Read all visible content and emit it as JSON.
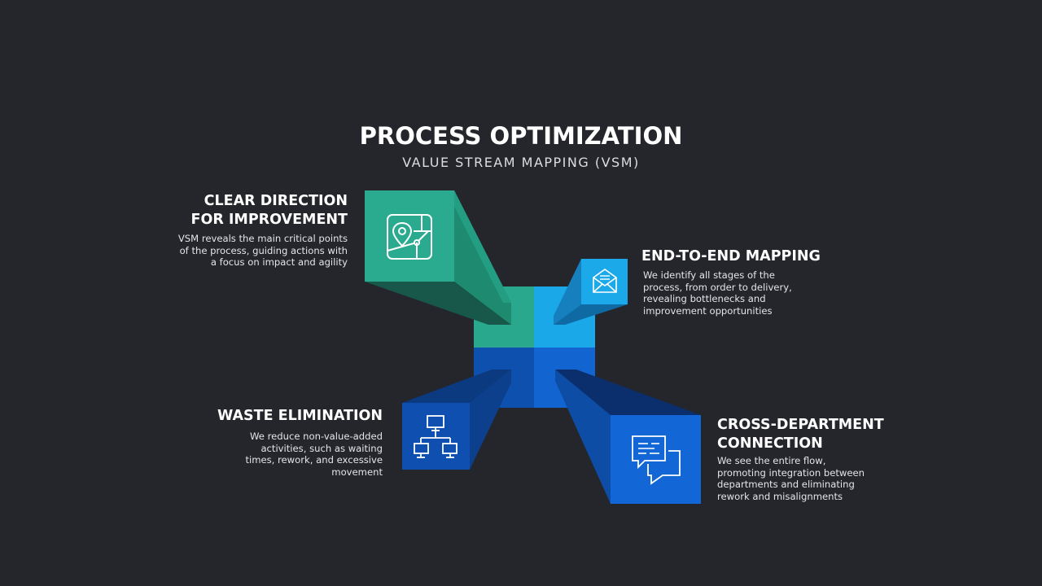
{
  "header": {
    "title": "PROCESS OPTIMIZATION",
    "subtitle": "VALUE STREAM MAPPING (VSM)"
  },
  "colors": {
    "background": "#25262b",
    "teal": "#2aaa8f",
    "teal_dark": "#1f7a66",
    "cyan": "#1ba8e8",
    "cyan_dark": "#1580b8",
    "blue": "#1466c9",
    "blue_dark": "#0e4a9a",
    "navy": "#0f4fb0",
    "navy_dark": "#0b3577"
  },
  "blocks": [
    {
      "id": "clear-direction",
      "heading_line1": "CLEAR DIRECTION",
      "heading_line2": "FOR IMPROVEMENT",
      "desc_line1": "VSM reveals the main critical points",
      "desc_line2": "of the process, guiding actions with",
      "desc_line3": "a focus on impact and agility",
      "icon": "map-pin-icon",
      "color": "teal"
    },
    {
      "id": "end-to-end",
      "heading_line1": "END-TO-END MAPPING",
      "desc_line1": "We identify all stages of the",
      "desc_line2": "process, from order to delivery,",
      "desc_line3": "revealing bottlenecks and",
      "desc_line4": "improvement opportunities",
      "icon": "envelope-icon",
      "color": "cyan"
    },
    {
      "id": "waste-elimination",
      "heading_line1": "WASTE ELIMINATION",
      "desc_line1": "We reduce non-value-added",
      "desc_line2": "activities, such as waiting",
      "desc_line3": "times, rework, and excessive",
      "desc_line4": "movement",
      "icon": "network-icon",
      "color": "navy"
    },
    {
      "id": "cross-department",
      "heading_line1": "CROSS-DEPARTMENT",
      "heading_line2": "CONNECTION",
      "desc_line1": "We see the entire flow,",
      "desc_line2": "promoting integration between",
      "desc_line3": "departments and eliminating",
      "desc_line4": "rework and misalignments",
      "icon": "chat-bubbles-icon",
      "color": "blue"
    }
  ]
}
